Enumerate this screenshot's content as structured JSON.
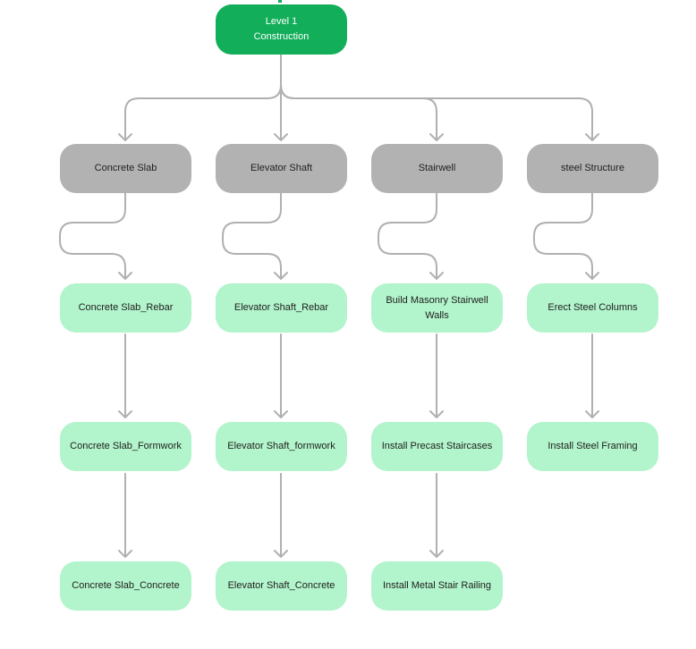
{
  "root": {
    "line1": "Level 1",
    "line2": "Construction"
  },
  "columns": [
    {
      "category": "Concrete Slab",
      "tasks": [
        "Concrete Slab_Rebar",
        "Concrete Slab_Formwork",
        "Concrete Slab_Concrete"
      ]
    },
    {
      "category": "Elevator Shaft",
      "tasks": [
        "Elevator Shaft_Rebar",
        "Elevator Shaft_formwork",
        "Elevator Shaft_Concrete"
      ]
    },
    {
      "category": "Stairwell",
      "tasks": [
        "Build Masonry Stairwell Walls",
        "Install Precast Staircases",
        "Install Metal Stair Railing"
      ]
    },
    {
      "category": "steel Structure",
      "tasks": [
        "Erect Steel Columns",
        "Install Steel Framing"
      ]
    }
  ],
  "colors": {
    "root": "#12ae5a",
    "category": "#b2b2b2",
    "task": "#b2f4cb",
    "connector": "#b0b0b0"
  }
}
